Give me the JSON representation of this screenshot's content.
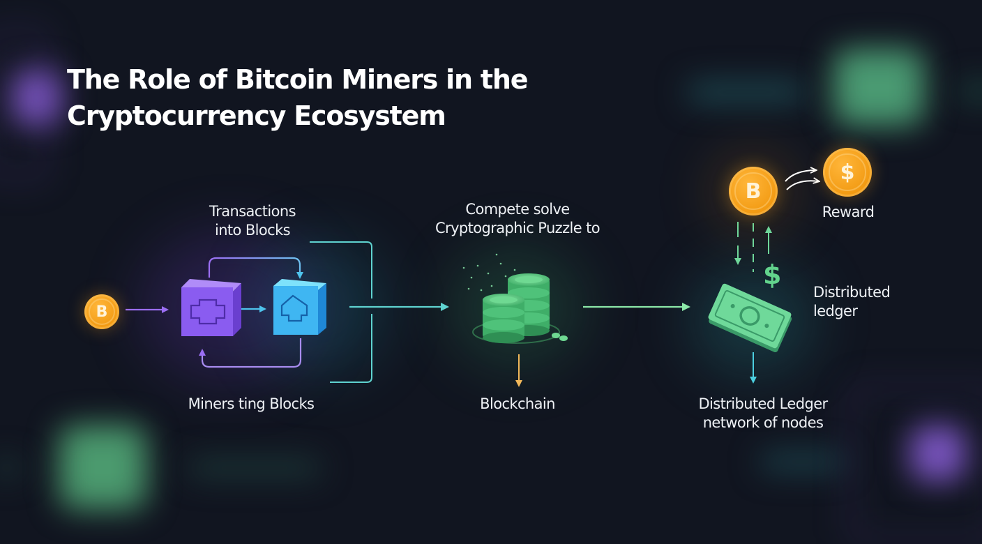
{
  "title": {
    "line1": "The Role of Bitcoin Miners in the",
    "line2": "Cryptocurrency Ecosystem"
  },
  "stages": [
    {
      "id": "blocks",
      "label_top": [
        "Transactions",
        "into Blocks"
      ],
      "label_bottom": "Miners ting Blocks"
    },
    {
      "id": "puzzle",
      "label_top": [
        "Compete solve",
        "Cryptographic Puzzle to"
      ],
      "label_bottom": "Blockchain"
    },
    {
      "id": "ledger",
      "label_side": [
        "Distributed",
        "ledger"
      ],
      "label_bottom": [
        "Distributed Ledger",
        "network of nodes"
      ],
      "reward_label": "Reward"
    }
  ],
  "icons": {
    "input_coin": "bitcoin-coin-icon",
    "block_a": "purple-block-icon",
    "block_b": "blue-block-icon",
    "database": "coin-stack-database-icon",
    "banknote": "banknote-icon",
    "miner_coin": "bitcoin-coin-icon",
    "reward_coin": "dollar-coin-icon",
    "dollar_sign": "dollar-sign-icon"
  },
  "glyphs": {
    "bitcoin": "B",
    "dollar": "$"
  },
  "colors": {
    "background": "#111520",
    "coin_orange": "#f5a11c",
    "purple": "#8a5cf0",
    "blue": "#3fb6f2",
    "teal_line": "#5fd3d0",
    "green": "#5fd48e",
    "arrow_yellow": "#f1b85a",
    "text": "#eef1f5"
  }
}
